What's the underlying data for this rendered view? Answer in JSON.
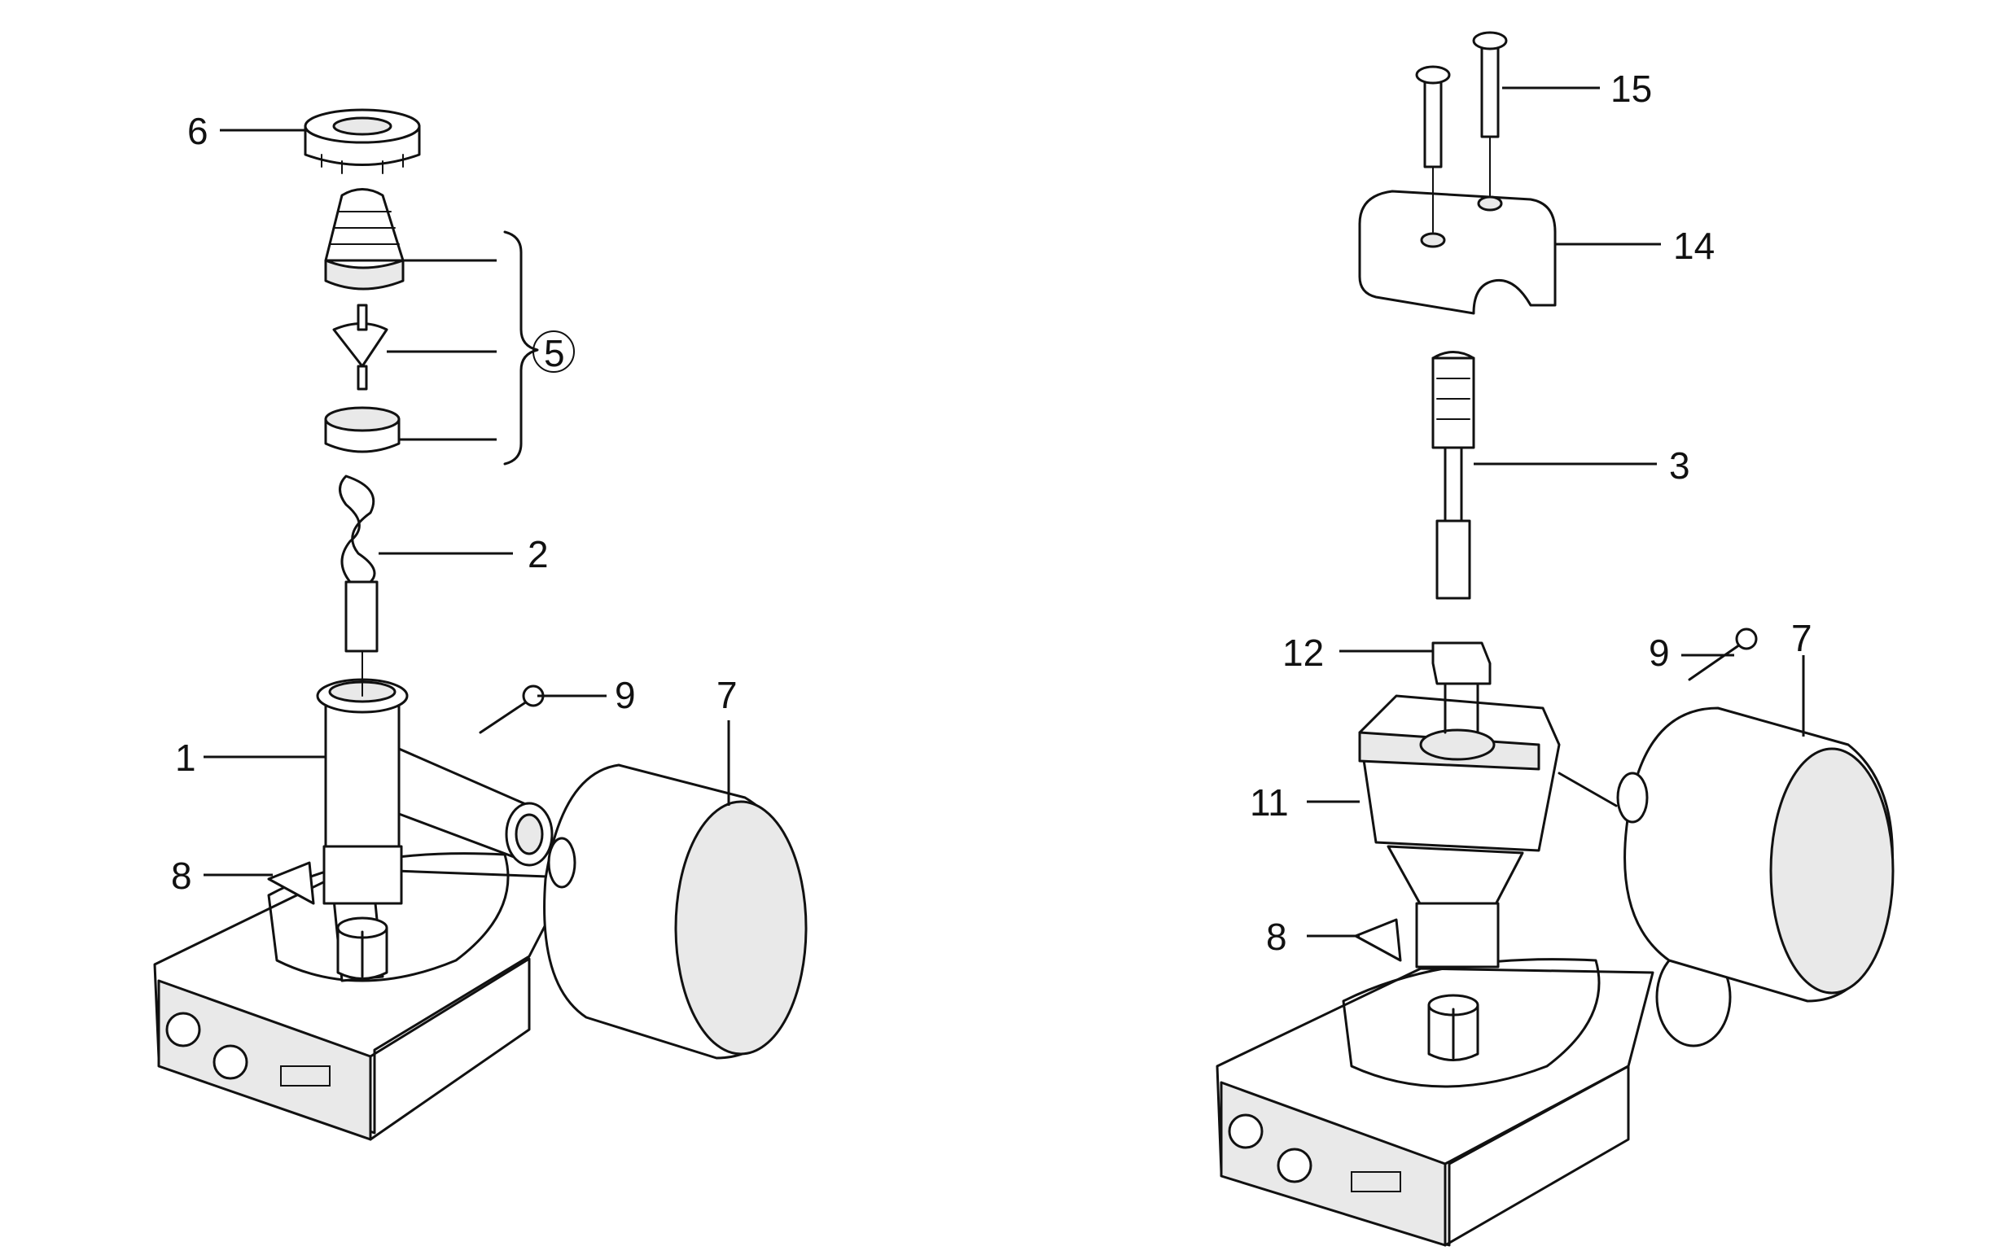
{
  "labels": {
    "left": {
      "l6": "6",
      "l5": "5",
      "l2": "2",
      "l9": "9",
      "l7": "7",
      "l1": "1",
      "l8": "8"
    },
    "right": {
      "l15": "15",
      "l14": "14",
      "l3": "3",
      "l12": "12",
      "l9": "9",
      "l7": "7",
      "l11": "11",
      "l8": "8"
    }
  },
  "colors": {
    "line": "#111111",
    "fill": "#ffffff",
    "shade": "#e9e9e9"
  }
}
